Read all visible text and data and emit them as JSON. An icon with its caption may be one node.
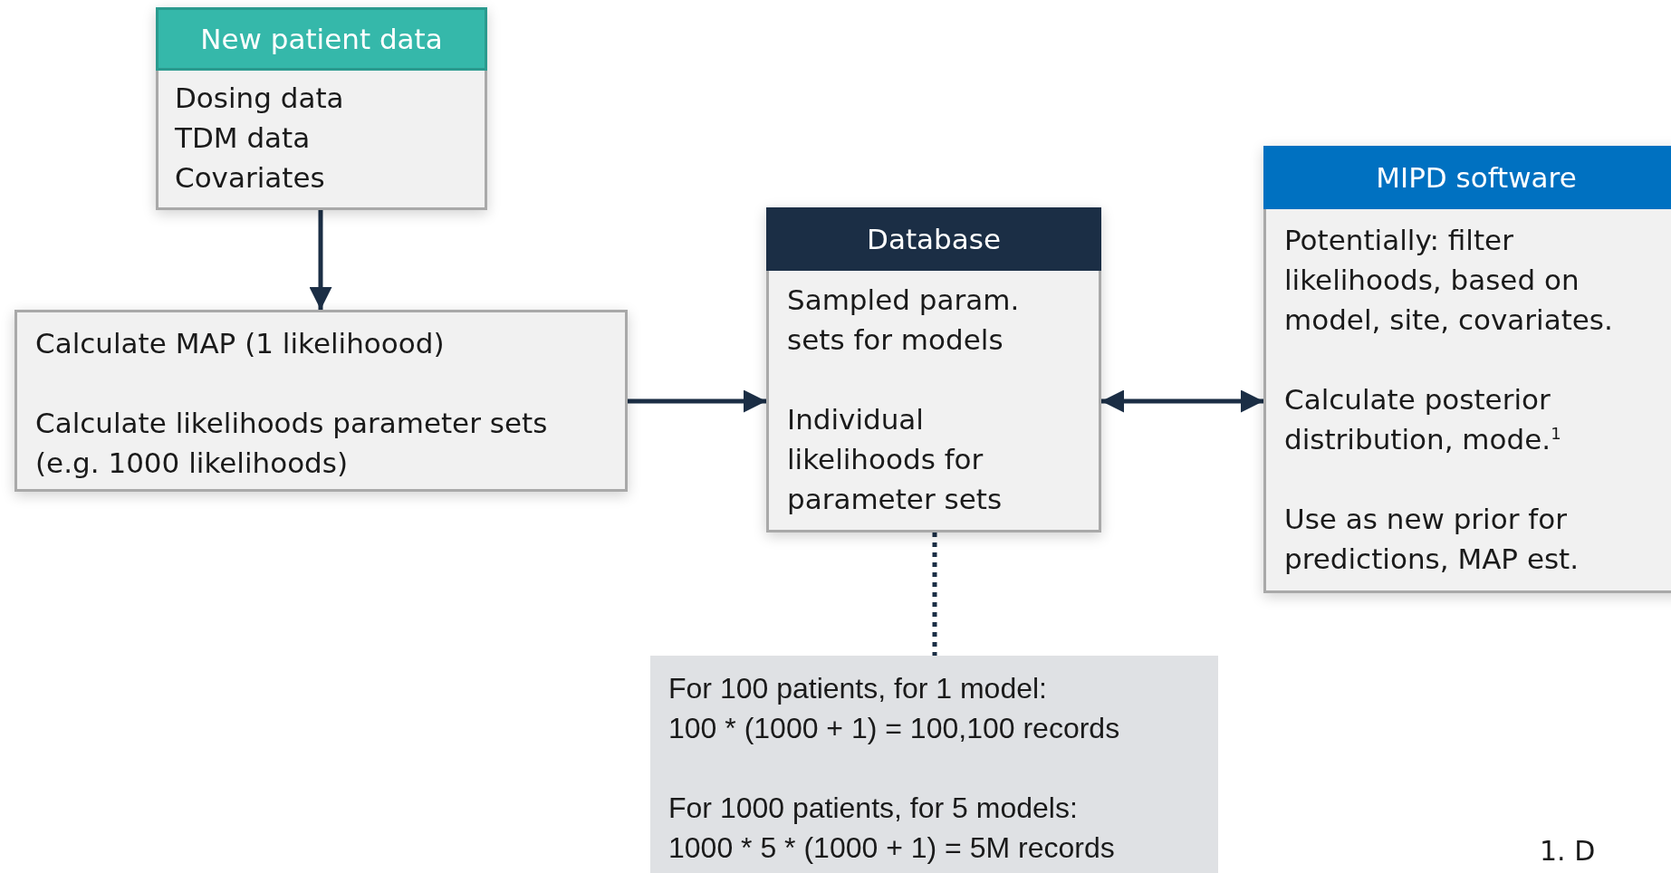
{
  "diagram": {
    "nodes": [
      {
        "text": [
          "New patient data",
          "Dosing data",
          "TDM data",
          "Covariates"
        ]
      },
      {
        "text": [
          "Calculate MAP (1 likelihoood)",
          "Calculate likelihoods parameter sets (e.g. 1000 likelihoods)"
        ]
      },
      {
        "text": [
          "Database",
          "Sampled param. sets for models",
          "Individual likelihoods for parameter sets"
        ]
      },
      {
        "text": [
          "MIPD software",
          "Potentially: filter likelihoods, based on model, site, covariates.",
          "Calculate posterior distribution, mode.$^{1}$",
          "Use as new prior for predictions, MAP est."
        ]
      },
      {
        "text": [
          "For 100 patients, for 1 model:",
          "100 * (1000 + 1) = 100,100 records",
          "For 1000 patients, for 5 models:",
          "1000 * 5 * (1000 + 1) = 5M records"
        ]
      }
    ],
    "edges": [
      {
        "from": 0,
        "to": 1,
        "arrow": "to"
      },
      {
        "from": 1,
        "to": 2,
        "arrow": "to"
      },
      {
        "from": 2,
        "to": 3,
        "arrow": "both"
      },
      {
        "from": 2,
        "to": 4,
        "arrow": "none",
        "style": "dashed"
      }
    ],
    "labels": [
      "1. D"
    ]
  }
}
